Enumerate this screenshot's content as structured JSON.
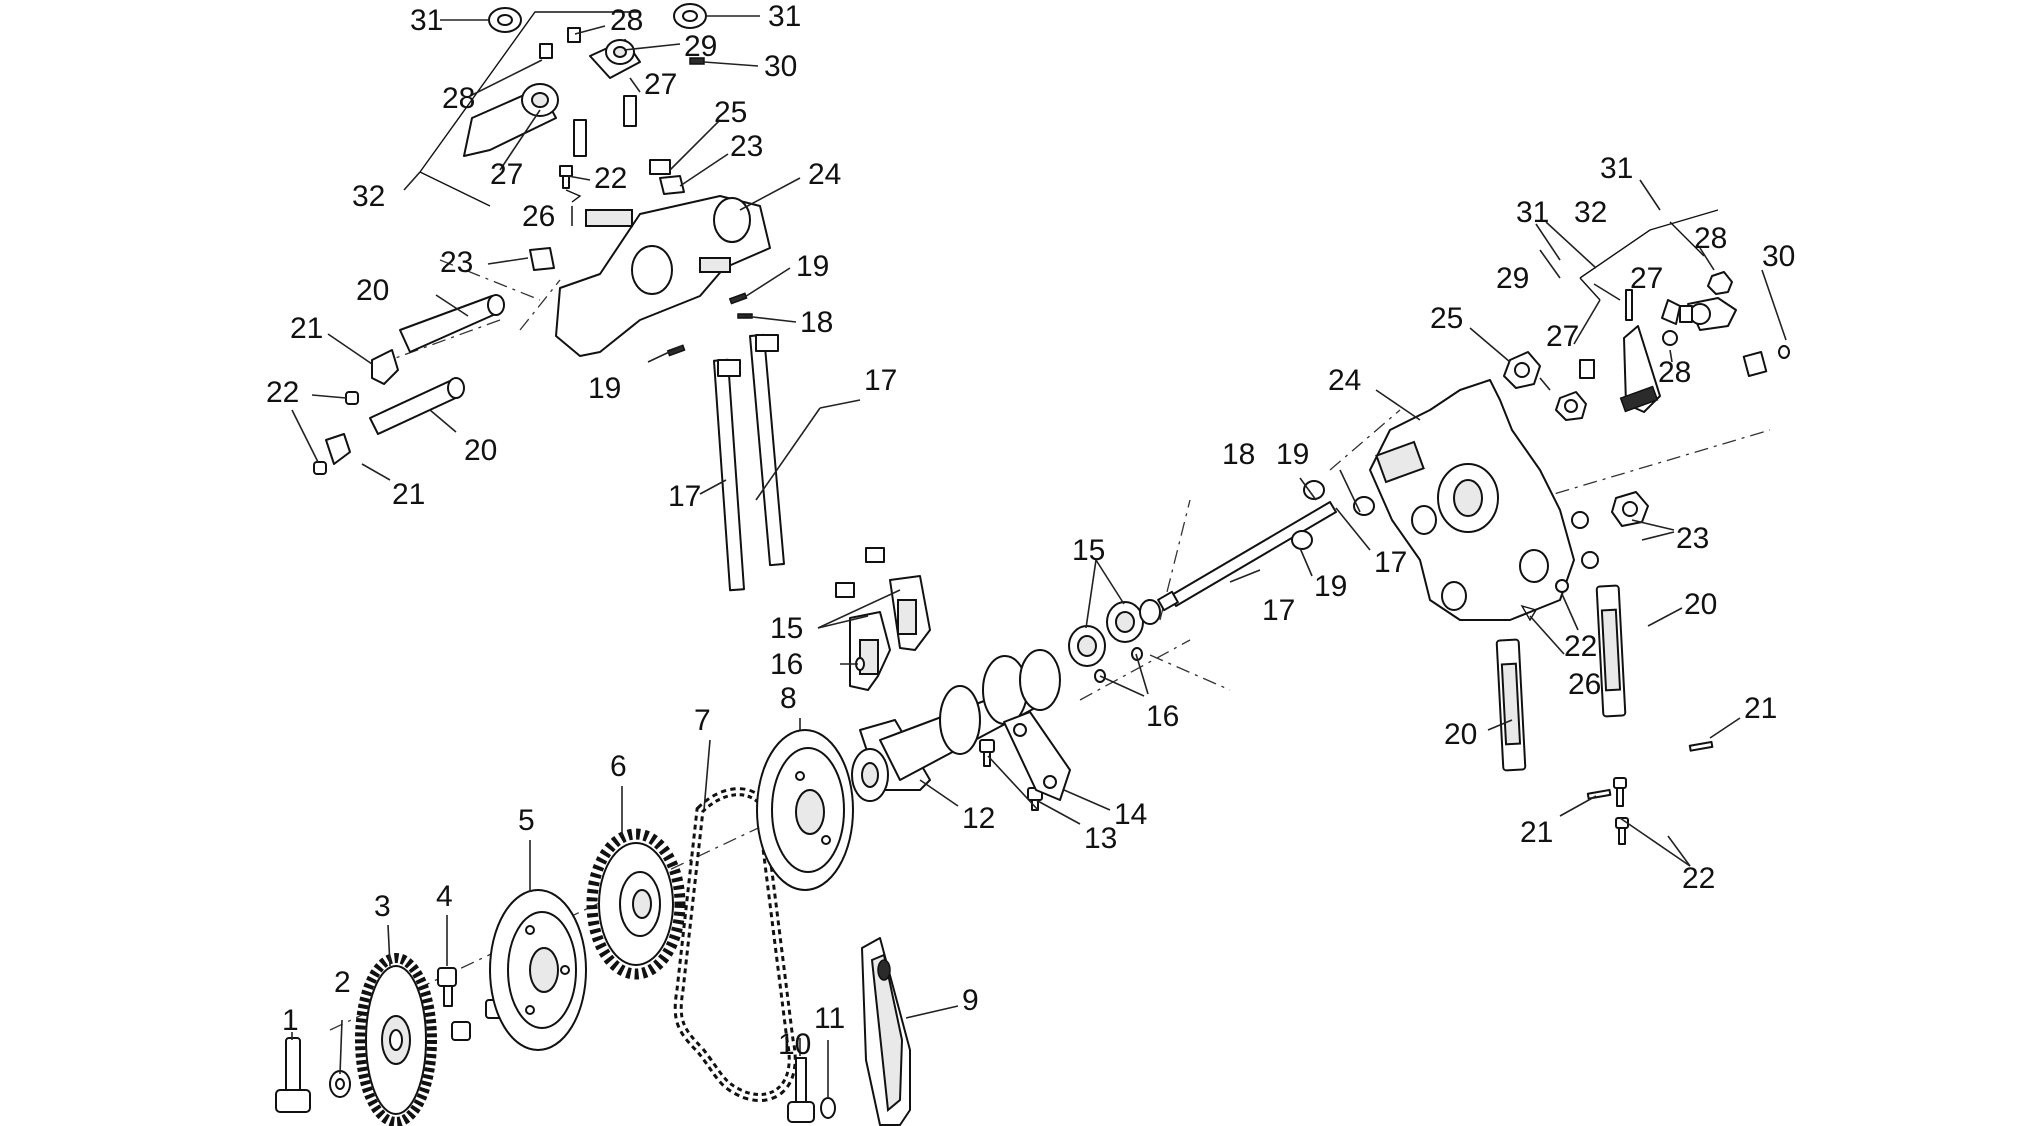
{
  "labels": {
    "l1": "1",
    "l2": "2",
    "l3": "3",
    "l4": "4",
    "l5": "5",
    "l6": "6",
    "l7": "7",
    "l8": "8",
    "l9": "9",
    "l10": "10",
    "l11": "11",
    "l12": "12",
    "l13": "13",
    "l14": "14",
    "l15a": "15",
    "l15b": "15",
    "l16a": "16",
    "l16b": "16",
    "l17a": "17",
    "l17b": "17",
    "l17c": "17",
    "l17d": "17",
    "l18a": "18",
    "l18b": "18",
    "l19a": "19",
    "l19b": "19",
    "l19c": "19",
    "l19d": "19",
    "l20a": "20",
    "l20b": "20",
    "l20c": "20",
    "l20d": "20",
    "l21a": "21",
    "l21b": "21",
    "l21c": "21",
    "l21d": "21",
    "l22a": "22",
    "l22b": "22",
    "l22c": "22",
    "l22d": "22",
    "l23a": "23",
    "l23b": "23",
    "l23c": "23",
    "l24a": "24",
    "l24b": "24",
    "l25a": "25",
    "l25b": "25",
    "l26a": "26",
    "l26b": "26",
    "l27a": "27",
    "l27b": "27",
    "l27c": "27",
    "l27d": "27",
    "l28a": "28",
    "l28b": "28",
    "l28c": "28",
    "l28d": "28",
    "l29a": "29",
    "l29b": "29",
    "l30a": "30",
    "l30b": "30",
    "l31a": "31",
    "l31b": "31",
    "l31c": "31",
    "l31d": "31",
    "l32a": "32",
    "l32b": "32"
  }
}
